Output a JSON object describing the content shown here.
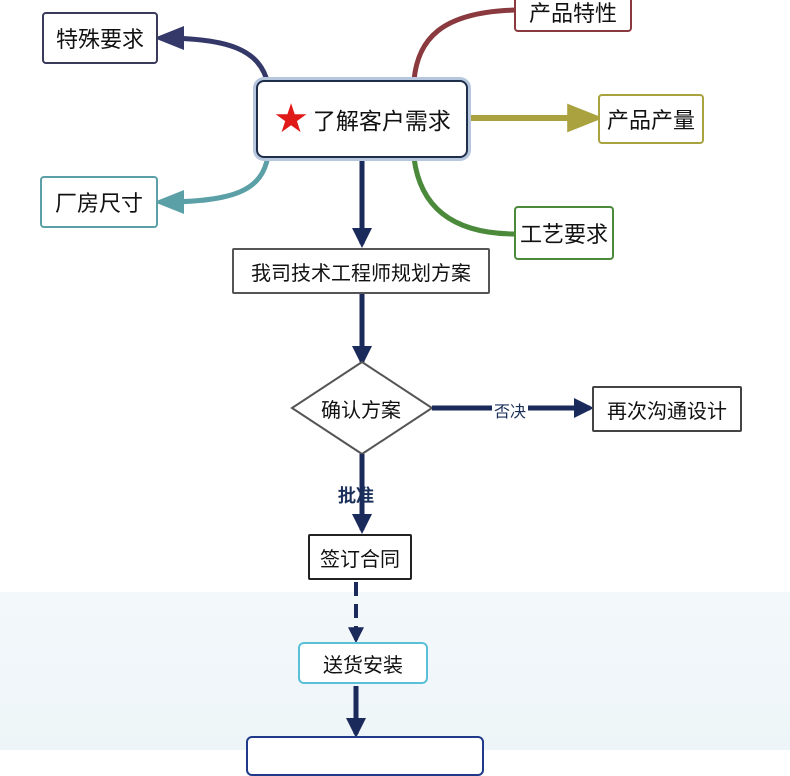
{
  "nodes": {
    "center": "了解客户需求",
    "special_req": "特殊要求",
    "factory_size": "厂房尺寸",
    "product_features": "产品特性",
    "product_output": "产品产量",
    "process_req": "工艺要求",
    "engineer_plan": "我司技术工程师规划方案",
    "confirm_plan": "确认方案",
    "redesign": "再次沟通设计",
    "sign_contract": "签订合同",
    "delivery_install": "送货安装"
  },
  "edges": {
    "reject": "否决",
    "approve": "批准"
  },
  "icons": {
    "center_icon": "star-icon",
    "center_icon_color": "#e01919"
  },
  "colors": {
    "flow_arrow": "#1a2a5a",
    "branch_special": "#34396a",
    "branch_factory": "#5aa0a6",
    "branch_features": "#8a3a3e",
    "branch_output": "#a9a23e",
    "branch_process": "#4a8a3a"
  }
}
